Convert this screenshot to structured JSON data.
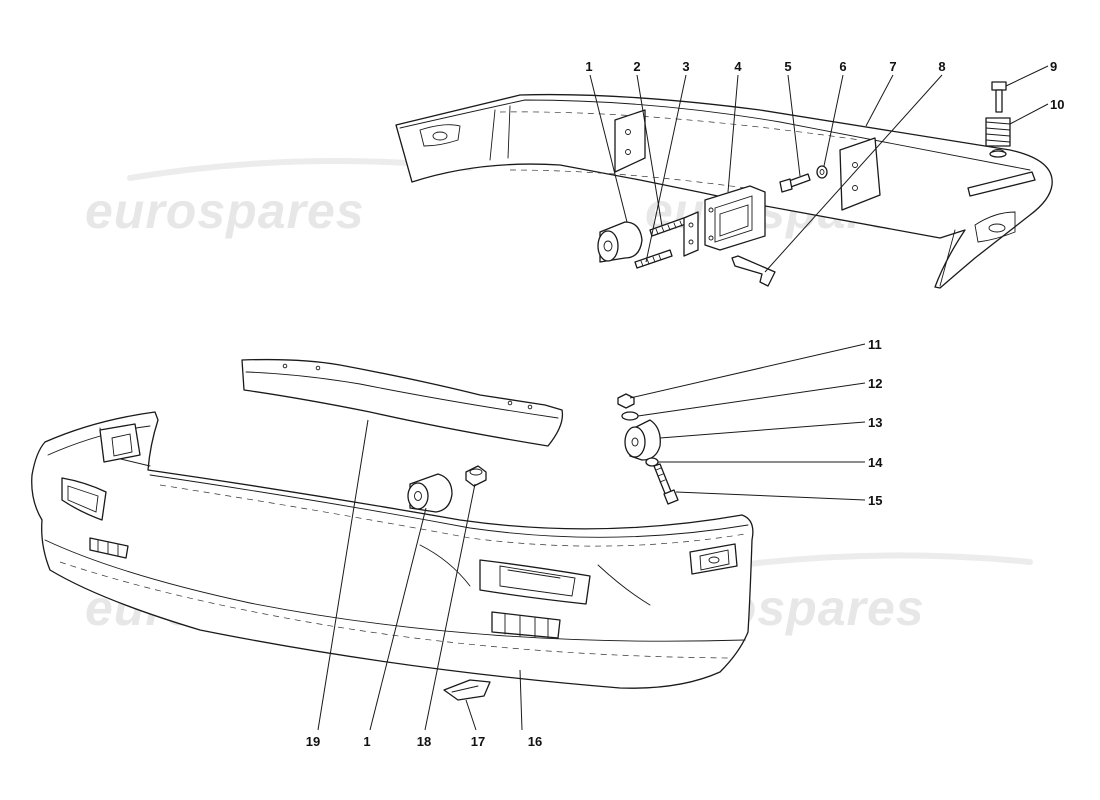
{
  "watermark": {
    "brand_text": "eurospares",
    "color": "#e7e7e7"
  },
  "callouts": [
    {
      "id": "c1a",
      "label": "1"
    },
    {
      "id": "c2",
      "label": "2"
    },
    {
      "id": "c3",
      "label": "3"
    },
    {
      "id": "c4",
      "label": "4"
    },
    {
      "id": "c5",
      "label": "5"
    },
    {
      "id": "c6",
      "label": "6"
    },
    {
      "id": "c7",
      "label": "7"
    },
    {
      "id": "c8",
      "label": "8"
    },
    {
      "id": "c9",
      "label": "9"
    },
    {
      "id": "c10",
      "label": "10"
    },
    {
      "id": "c11",
      "label": "11"
    },
    {
      "id": "c12",
      "label": "12"
    },
    {
      "id": "c13",
      "label": "13"
    },
    {
      "id": "c14",
      "label": "14"
    },
    {
      "id": "c15",
      "label": "15"
    },
    {
      "id": "c16",
      "label": "16"
    },
    {
      "id": "c17",
      "label": "17"
    },
    {
      "id": "c18",
      "label": "18"
    },
    {
      "id": "c19",
      "label": "19"
    },
    {
      "id": "c1b",
      "label": "1"
    }
  ],
  "colors": {
    "line": "#1a1a1a",
    "background": "#ffffff"
  }
}
